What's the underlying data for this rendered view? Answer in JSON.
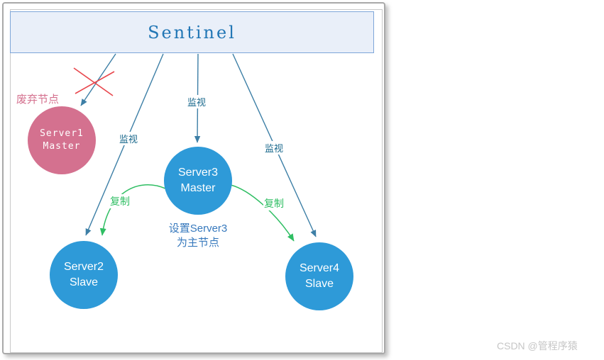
{
  "frame": {
    "title": "Sentinel"
  },
  "nodes": {
    "server1": {
      "name": "Server1",
      "role": "Master"
    },
    "server2": {
      "name": "Server2",
      "role": "Slave"
    },
    "server3": {
      "name": "Server3",
      "role": "Master"
    },
    "server4": {
      "name": "Server4",
      "role": "Slave"
    }
  },
  "labels": {
    "abandoned": "废弃节点",
    "monitor_center": "监视",
    "monitor_left": "监视",
    "monitor_right": "监视",
    "replicate_left": "复制",
    "replicate_right": "复制",
    "note_line1": "设置Server3",
    "note_line2": "为主节点"
  },
  "watermark": "CSDN @管程序猿",
  "colors": {
    "abandoned_master_pink": "#d4718f",
    "server_blue": "#2e9ad8",
    "monitor_arrow_blue": "#3d7fa6",
    "replicate_green": "#2fbe63",
    "fail_cross_red": "#e8474d",
    "sentinel_fill": "#e9eff9",
    "sentinel_border": "#7ea6d9",
    "sentinel_text": "#2176b5",
    "note_text": "#3779bd"
  }
}
